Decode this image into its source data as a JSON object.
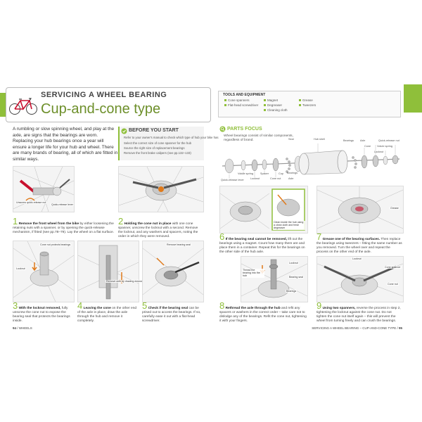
{
  "header": {
    "title_small": "Servicing a wheel bearing",
    "title_large": "Cup-and-cone type"
  },
  "tools": {
    "heading": "TOOLS AND EQUIPMENT",
    "items": [
      "Cone spanners",
      "Flat-head screwdriver",
      "Magnet",
      "Degreaser",
      "Cleaning cloth",
      "Grease",
      "Tweezers"
    ]
  },
  "intro": "A rumbling or slow spinning wheel, and play at the axle, are signs that the bearings are worn. Replacing your hub bearings once a year will ensure a longer life for your hub and wheel. There are many brands of bearing, all of which are fitted in similar ways.",
  "before_you_start": {
    "heading": "BEFORE YOU START",
    "items": [
      "Refer to your owner's manual to check which type of hub your bike has",
      "Select the correct size of cone spanner for the hub",
      "Source the right size of replacement bearings",
      "Remove the front brake calipers (see pp.132–133)"
    ]
  },
  "parts_focus": {
    "heading": "PARTS FOCUS",
    "text": "Wheel bearings consist of similar components, regardless of brand.",
    "labels": [
      "Quick-release lever",
      "Volute spring",
      "Locknut",
      "Spacer",
      "Cone nut",
      "Cup",
      "Axle",
      "Seal",
      "Bearings",
      "Hub shell",
      "Quick-release nut",
      "Volute spring",
      "Locknut",
      "Cone",
      "Axle",
      "Bearings"
    ]
  },
  "steps": [
    {
      "num": "1",
      "bold": "Remove the front wheel from the bike",
      "text": " by either loosening the retaining nuts with a spanner, or by opening the quick-release mechanism, if fitted (see pp.78–79). Lay the wheel on a flat surface.",
      "labels": [
        "Unscrew quick-release nut",
        "Quick-release lever"
      ]
    },
    {
      "num": "2",
      "bold": "Holding the cone nut in place",
      "text": " with one cone spanner, unscrew the locknut with a second. Remove the locknut, and any washers and spacers, noting the order in which they were removed.",
      "labels": []
    },
    {
      "num": "3",
      "bold": "With the locknut removed,",
      "text": " fully unscrew the cone nut to expose the bearing seal that protects the bearings inside.",
      "labels": [
        "Cone nut protects bearings",
        "Locknut"
      ]
    },
    {
      "num": "4",
      "bold": "Leaving the cone",
      "text": " on the other end of the axle in place, draw the axle through the hub and remove it completely.",
      "labels": [
        "Remove axle by drawing downwards"
      ]
    },
    {
      "num": "5",
      "bold": "Check if the bearing seal",
      "text": " can be prised out to access the bearings. If so, carefully ease it out with a flat-head screwdriver.",
      "labels": [
        "Remove bearing seal"
      ]
    },
    {
      "num": "6",
      "bold": "If the bearing seal cannot be removed,",
      "text": " lift out the bearings using a magnet. Count how many there are and place them in a container. Repeat this for the bearings on the other side of the hub axle.",
      "labels": [
        "Clean inside the hub using a clean cloth and fresh degreaser"
      ]
    },
    {
      "num": "7",
      "bold": "Grease one of the bearing surfaces.",
      "text": " Then replace the bearings using tweezers – fitting the same number as you removed. Turn the wheel over and repeat the process on the other end of the axle.",
      "labels": [
        "Grease"
      ]
    },
    {
      "num": "8",
      "bold": "Rethread the axle through the hub",
      "text": " and refit any spacers or washers in the correct order – take care not to dislodge any of the bearings. Refit the cone nut, tightening it with your fingers.",
      "labels": [
        "Thread the bearing into the hub",
        "Bearing seal",
        "Locknut",
        "Bearings"
      ]
    },
    {
      "num": "9",
      "bold": "Using two spanners,",
      "text": " reverse the process in step 2, tightening the locknut against the cone nut. Do not tighten the cone nut itself again – this will prevent the wheel from turning freely and can crush the bearings.",
      "labels": [
        "Locknut",
        "Cone spanner",
        "Cone nut"
      ]
    }
  ],
  "footer": {
    "left_num": "94",
    "left_text": "WHEELS",
    "right_text": "SERVICING A WHEEL BEARING – CUP-AND-CONE TYPE",
    "right_num": "95"
  },
  "colors": {
    "accent": "#8fbf3a",
    "title_green": "#6d8f2a"
  }
}
